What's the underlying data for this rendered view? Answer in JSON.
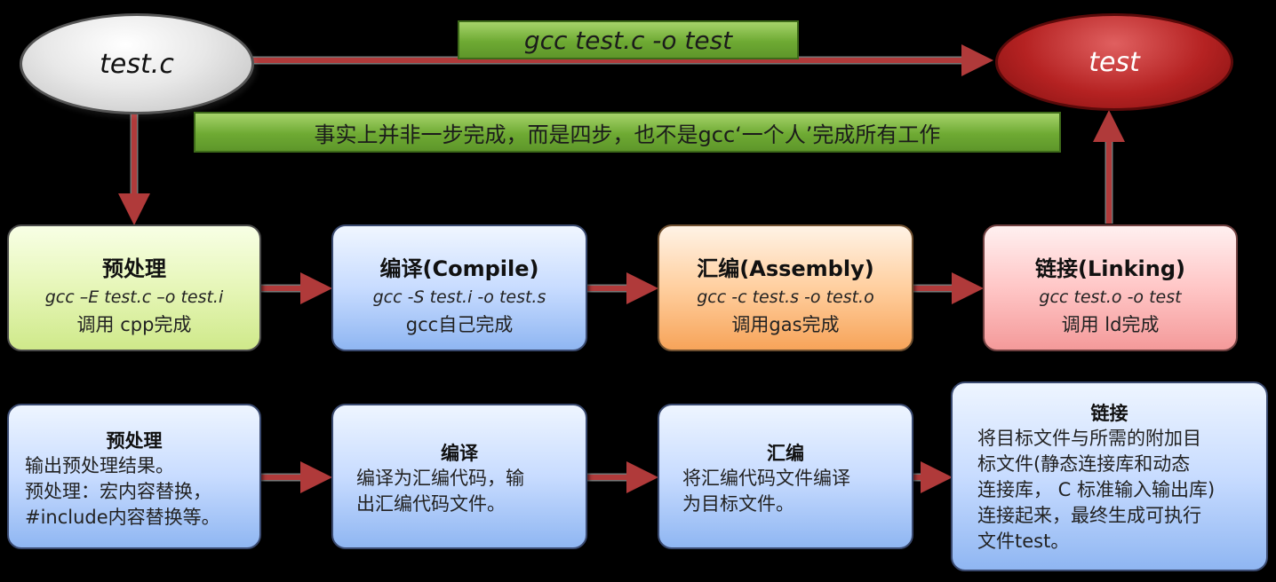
{
  "source_file": "test.c",
  "output_file": "test",
  "command": "gcc  test.c  -o test",
  "note": "事实上并非一步完成，而是四步，也不是gcc‘一个人’完成所有工作",
  "stages": [
    {
      "title": "预处理",
      "cmd": "gcc –E test.c –o test.i",
      "tool": "调用 cpp完成",
      "color": "#e6f6b8"
    },
    {
      "title": "编译(Compile)",
      "cmd": "gcc -S test.i -o test.s",
      "tool": "gcc自己完成",
      "color": "#c8dcff"
    },
    {
      "title": "汇编(Assembly)",
      "cmd": "gcc -c test.s -o test.o",
      "tool": "调用gas完成",
      "color": "#ffcf9f"
    },
    {
      "title": "链接(Linking)",
      "cmd": "gcc test.o -o test",
      "tool": "调用 ld完成",
      "color": "#ffc6c6"
    }
  ],
  "details": [
    {
      "title": "预处理",
      "lines": [
        "输出预处理结果。",
        "预处理：宏内容替换，",
        "#include内容替换等。"
      ]
    },
    {
      "title": "编译",
      "lines": [
        "编译为汇编代码，输",
        "出汇编代码文件。"
      ]
    },
    {
      "title": "汇编",
      "lines": [
        "将汇编代码文件编译",
        "为目标文件。"
      ]
    },
    {
      "title": "链接",
      "lines": [
        "将目标文件与所需的附加目",
        "标文件(静态连接库和动态",
        "连接库， C 标准输入输出库)",
        "连接起来，最终生成可执行",
        "文件test。"
      ]
    }
  ],
  "colors": {
    "arrow": "#b03a3a",
    "arrow_outline": "#c9c9c9",
    "green_bar": "#6eaa33",
    "ellipse_output": "#b52222"
  }
}
